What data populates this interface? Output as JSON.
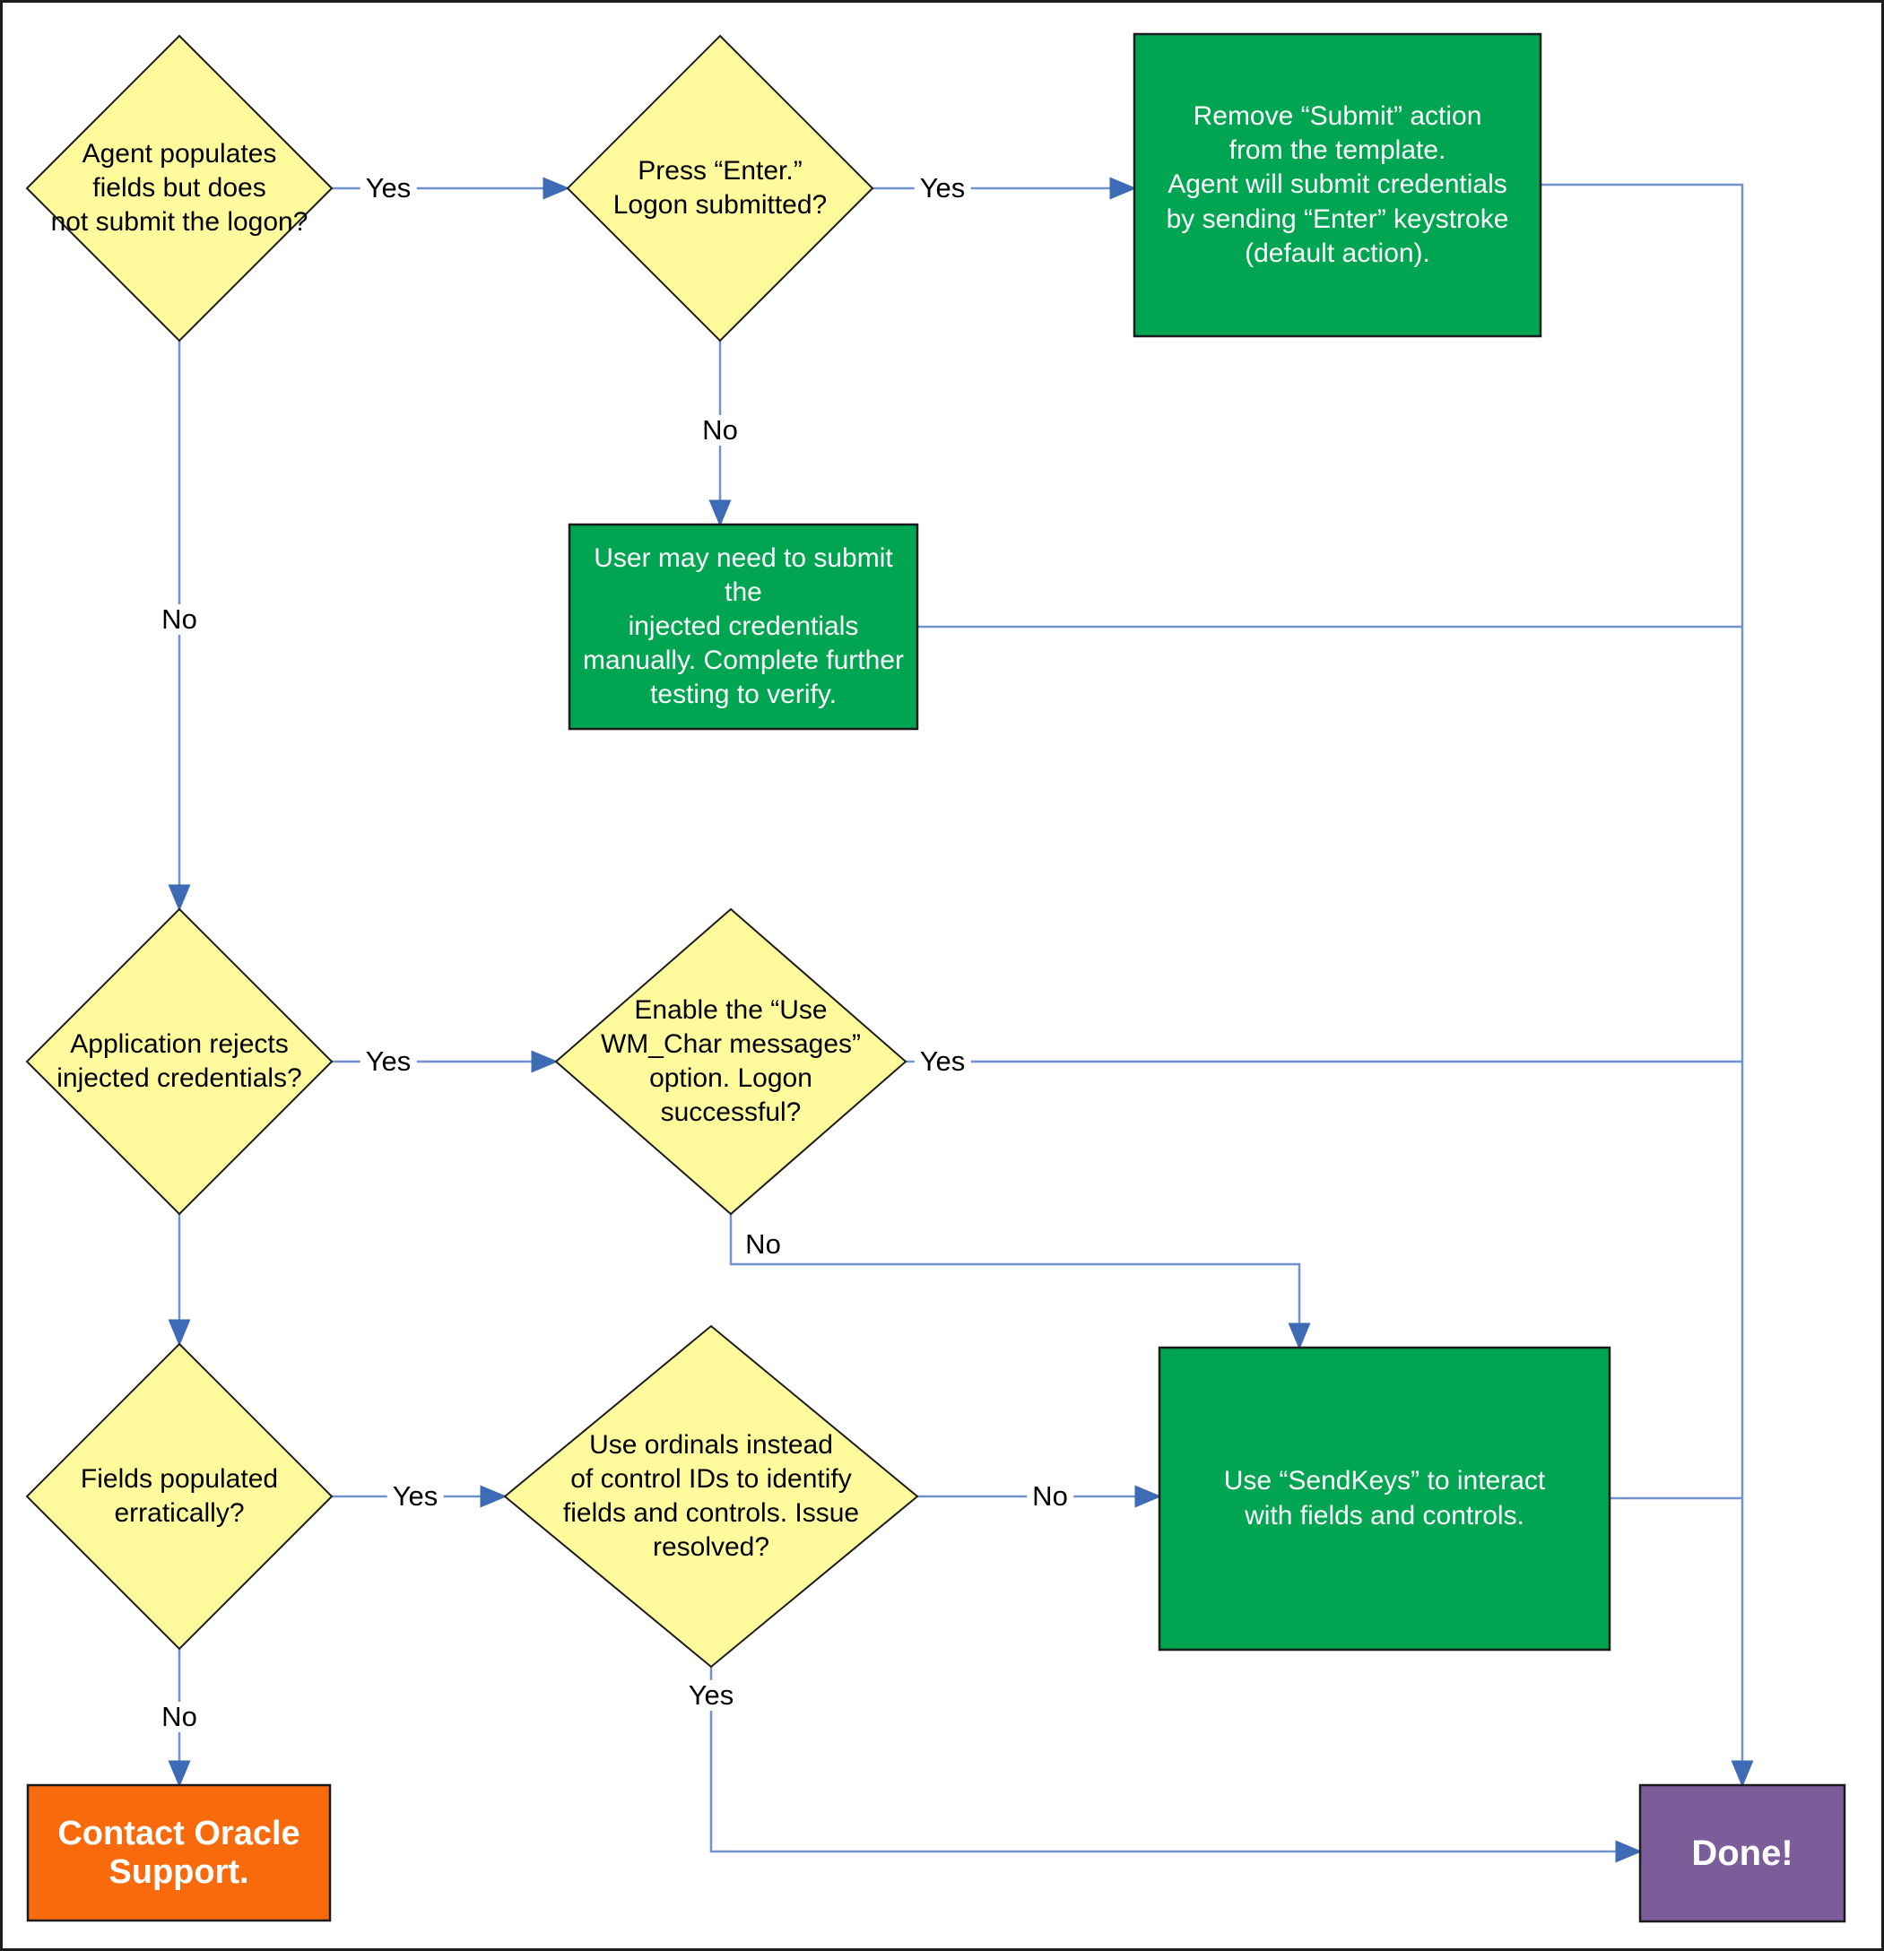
{
  "colors": {
    "decision_fill": "#FFFB9D",
    "process_fill": "#00A551",
    "alert_fill": "#F96A0D",
    "terminal_fill": "#7B5D99",
    "line_color": "#7191CF",
    "arrow_color": "#3E6BB5",
    "shape_border": "#1C1C1C",
    "text_dark": "#000000",
    "text_light": "#FFFFFF"
  },
  "nodes": {
    "agent_populates": "Agent populates\nfields but does\nnot submit the logon?",
    "press_enter": "Press “Enter.”\nLogon submitted?",
    "remove_submit": "Remove “Submit” action\nfrom the template.\nAgent will submit credentials\nby sending “Enter” keystroke\n(default action).",
    "user_manual_submit": "User may need to submit the\ninjected credentials\nmanually. Complete further\ntesting to verify.",
    "app_rejects": "Application rejects\ninjected credentials?",
    "enable_wm_char": "Enable the “Use\nWM_Char messages”\noption. Logon\nsuccessful?",
    "fields_erratic": "Fields populated\nerratically?",
    "use_ordinals": "Use ordinals instead\nof control IDs to identify\nfields and controls. Issue\nresolved?",
    "use_sendkeys": "Use “SendKeys” to interact\nwith fields and controls.",
    "contact_support": "Contact Oracle Support.",
    "done": "Done!"
  },
  "edge_labels": {
    "populates_yes": "Yes",
    "press_enter_yes": "Yes",
    "press_enter_no": "No",
    "populates_no": "No",
    "rejects_yes": "Yes",
    "wm_char_yes": "Yes",
    "wm_char_no": "No",
    "erratic_yes": "Yes",
    "ordinals_no": "No",
    "ordinals_yes": "Yes",
    "erratic_no": "No"
  }
}
